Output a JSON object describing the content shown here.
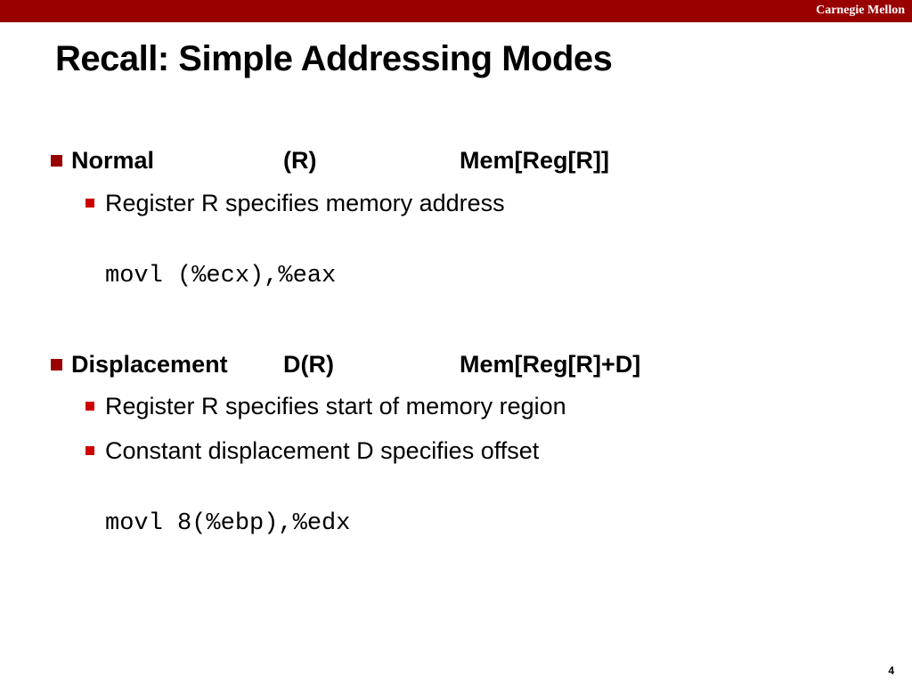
{
  "header": {
    "brand": "Carnegie Mellon"
  },
  "slide": {
    "title": "Recall: Simple Addressing Modes",
    "page_number": "4"
  },
  "modes": [
    {
      "name": "Normal",
      "syntax": "(R)",
      "meaning": "Mem[Reg[R]]",
      "details": [
        "Register R specifies memory address"
      ],
      "example": "movl (%ecx),%eax"
    },
    {
      "name": "Displacement",
      "syntax": "D(R)",
      "meaning": "Mem[Reg[R]+D]",
      "details": [
        "Register R specifies start of memory region",
        "Constant displacement D specifies offset"
      ],
      "example": "movl 8(%ebp),%edx"
    }
  ],
  "colors": {
    "header_bar": "#990000",
    "level1_bullet": "#990000",
    "level2_bullet": "#cc0000"
  }
}
